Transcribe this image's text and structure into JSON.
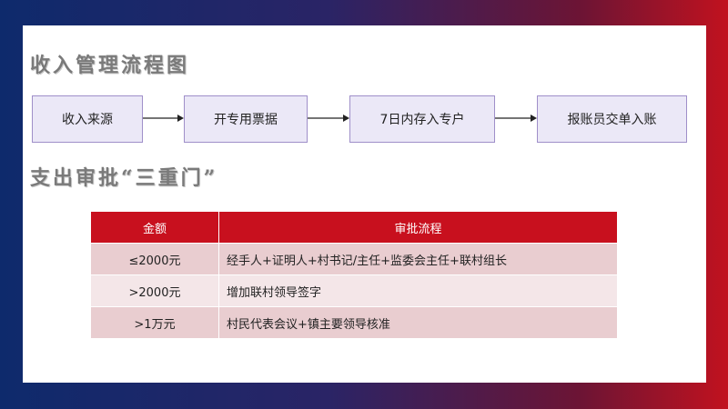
{
  "sections": {
    "income_title": "收入管理流程图",
    "expense_title": "支出审批“三重门”"
  },
  "flow": {
    "steps": [
      "收入来源",
      "开专用票据",
      "7日内存入专户",
      "报账员交单入账"
    ]
  },
  "table": {
    "headers": [
      "金额",
      "审批流程"
    ],
    "rows": [
      {
        "amount": "≤2000元",
        "process": "经手人+证明人+村书记/主任+监委会主任+联村组长"
      },
      {
        "amount": ">2000元",
        "process": "增加联村领导签字"
      },
      {
        "amount": ">1万元",
        "process": "村民代表会议+镇主要领导核准"
      }
    ]
  },
  "colors": {
    "header_red": "#c8101e",
    "box_fill": "#ebe8f7",
    "box_border": "#9f8fc9"
  }
}
